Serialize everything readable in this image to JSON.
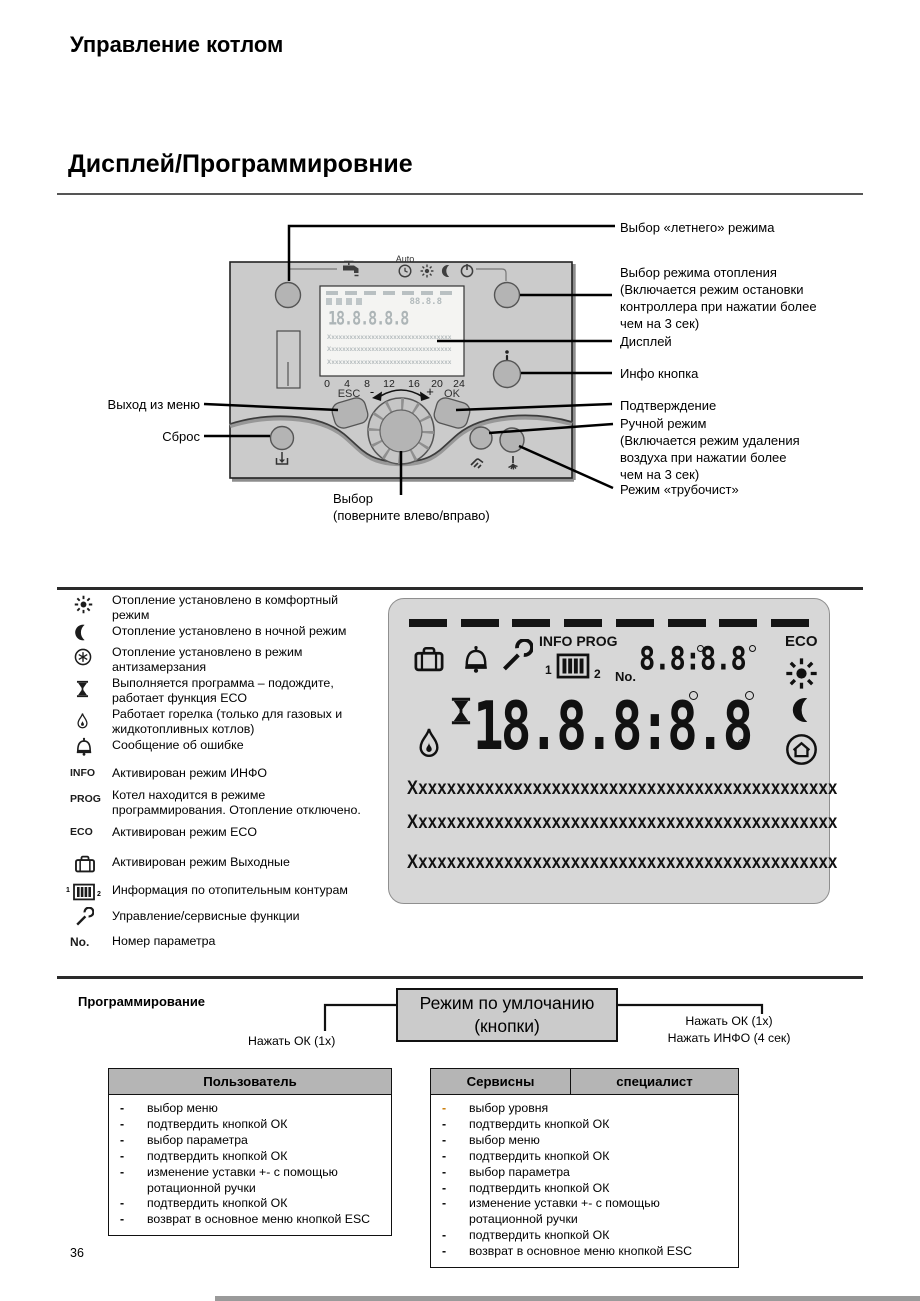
{
  "page": {
    "title": "Управление котлом",
    "section_title": "Дисплей/Программировние",
    "page_number": "36"
  },
  "colors": {
    "panel_fill": "#cbcbcb",
    "button_fill": "#b4b4b4",
    "lcd_big_bg": "#d7d7d7",
    "table_header_bg": "#b5b5b5",
    "accent_first_dash": "#c87800"
  },
  "panel": {
    "auto_label": "Auto",
    "esc_label": "ESC",
    "ok_label": "OK",
    "minus": "-",
    "plus": "+",
    "ticks": [
      "0",
      "4",
      "8",
      "12",
      "16",
      "20",
      "24"
    ],
    "lcd_small": {
      "no_digits": "88.8.8",
      "main_digits": "18.8.8.8.8",
      "x_rows": [
        "Xxxxxxxxxxxxxxxxxxxxxxxxxxxxxxxxxx",
        "Xxxxxxxxxxxxxxxxxxxxxxxxxxxxxxxxxx",
        "Xxxxxxxxxxxxxxxxxxxxxxxxxxxxxxxxxx"
      ]
    }
  },
  "callouts": {
    "summer": "Выбор «летнего» режима",
    "heating_mode": "Выбор режима отопления\n(Включается режим остановки\nконтроллера при нажатии более\nчем на 3 сек)",
    "display": "Дисплей",
    "info_button": "Инфо кнопка",
    "confirm": "Подтверждение",
    "manual": "Ручной режим\n(Включается режим удаления\nвоздуха при нажатии более\nчем на 3 сек)",
    "chimney": "Режим «трубочист»",
    "exit_menu": "Выход из меню",
    "reset": "Сброс",
    "select": "Выбор\n(поверните влево/вправо)"
  },
  "legend": {
    "items": [
      {
        "icon": "sun-icon",
        "text": "Отопление установлено в комфортный\nрежим"
      },
      {
        "icon": "moon-icon",
        "text": "Отопление установлено в ночной режим"
      },
      {
        "icon": "frost-icon",
        "text": "Отопление установлено в режим\nантизамерзания"
      },
      {
        "icon": "hourglass-icon",
        "text": "Выполняется программа – подождите,\nработает функция ECO"
      },
      {
        "icon": "flame-icon",
        "text": "Работает горелка (только для газовых и\nжидкотопливных котлов)"
      },
      {
        "icon": "bell-icon",
        "text": "Сообщение об ошибке"
      },
      {
        "icon": "info-text",
        "label": "INFO",
        "text": "Активирован режим ИНФО"
      },
      {
        "icon": "prog-text",
        "label": "PROG",
        "text": "Котел находится в режиме\nпрограммирования. Отопление отключено."
      },
      {
        "icon": "eco-text",
        "label": "ECO",
        "text": "Активирован режим ECO"
      },
      {
        "icon": "suitcase-icon",
        "text": "Активирован режим Выходные"
      },
      {
        "icon": "radiator-icon",
        "text": "Информация по отопительным контурам"
      },
      {
        "icon": "wrench-icon",
        "text": "Управление/сервисные функции"
      },
      {
        "icon": "no-text",
        "label": "No.",
        "text": "Номер параметра"
      }
    ]
  },
  "lcd_big": {
    "info": "INFO",
    "prog": "PROG",
    "eco": "ECO",
    "no": "No.",
    "hc1": "1",
    "hc2": "2",
    "no_digits": "8.8:8.8",
    "main_digits": "18.8.8:8.8",
    "x_rows": [
      "Xxxxxxxxxxxxxxxxxxxxxxxxxxxxxxxxxxxxxxxxxxxxx",
      "Xxxxxxxxxxxxxxxxxxxxxxxxxxxxxxxxxxxxxxxxxxxxx",
      "Xxxxxxxxxxxxxxxxxxxxxxxxxxxxxxxxxxxxxxxxxxxxx"
    ]
  },
  "programming": {
    "heading": "Программирование",
    "default_box": "Режим по умлочанию\n(кнопки)",
    "left_arrow_label": "Нажать ОК (1х)",
    "right_arrow_label": "Нажать ОК (1х)\nНажать ИНФО (4 сек)",
    "user_table": {
      "header": "Пользователь",
      "items": [
        "выбор меню",
        "подтвердить кнопкой ОК",
        "выбор параметра",
        "подтвердить кнопкой ОК",
        "изменение уставки +- с помощью\nротационной ручки",
        "подтвердить кнопкой ОК",
        "возврат в основное меню кнопкой ESC"
      ]
    },
    "service_table": {
      "header_left": "Сервисны",
      "header_right": "специалист",
      "items": [
        "выбор уровня",
        "подтвердить кнопкой ОК",
        "выбор меню",
        "подтвердить кнопкой ОК",
        "выбор параметра",
        "подтвердить кнопкой ОК",
        "изменение уставки +- с помощью\nротационной ручки",
        "подтвердить кнопкой ОК",
        "возврат в основное меню кнопкой ESC"
      ]
    }
  }
}
